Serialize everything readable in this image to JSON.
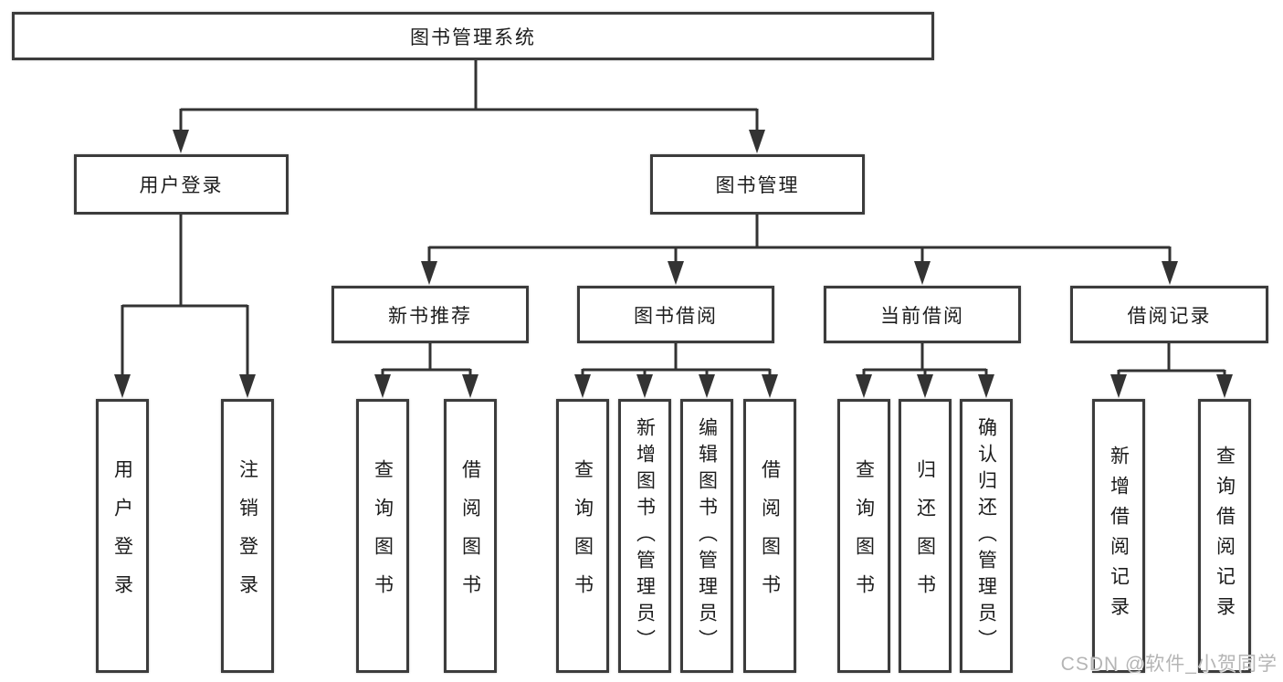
{
  "tree": {
    "label": "图书管理系统",
    "children": [
      {
        "label": "用户登录",
        "children": [
          {
            "label": "用户登录"
          },
          {
            "label": "注销登录"
          }
        ]
      },
      {
        "label": "图书管理",
        "children": [
          {
            "label": "新书推荐",
            "children": [
              {
                "label": "查询图书"
              },
              {
                "label": "借阅图书"
              }
            ]
          },
          {
            "label": "图书借阅",
            "children": [
              {
                "label": "查询图书"
              },
              {
                "label": "新增图书（管理员）"
              },
              {
                "label": "编辑图书（管理员）"
              },
              {
                "label": "借阅图书"
              }
            ]
          },
          {
            "label": "当前借阅",
            "children": [
              {
                "label": "查询图书"
              },
              {
                "label": "归还图书"
              },
              {
                "label": "确认归还（管理员）"
              }
            ]
          },
          {
            "label": "借阅记录",
            "children": [
              {
                "label": "新增借阅记录"
              },
              {
                "label": "查询借阅记录"
              }
            ]
          }
        ]
      }
    ]
  },
  "watermark": {
    "text": "CSDN @软件_小贺同学"
  },
  "colors": {
    "line": "#333333",
    "box_border": "#3c3c3c",
    "text": "#1c1c1c",
    "watermark": "#b5b5b5",
    "background": "#ffffff"
  }
}
